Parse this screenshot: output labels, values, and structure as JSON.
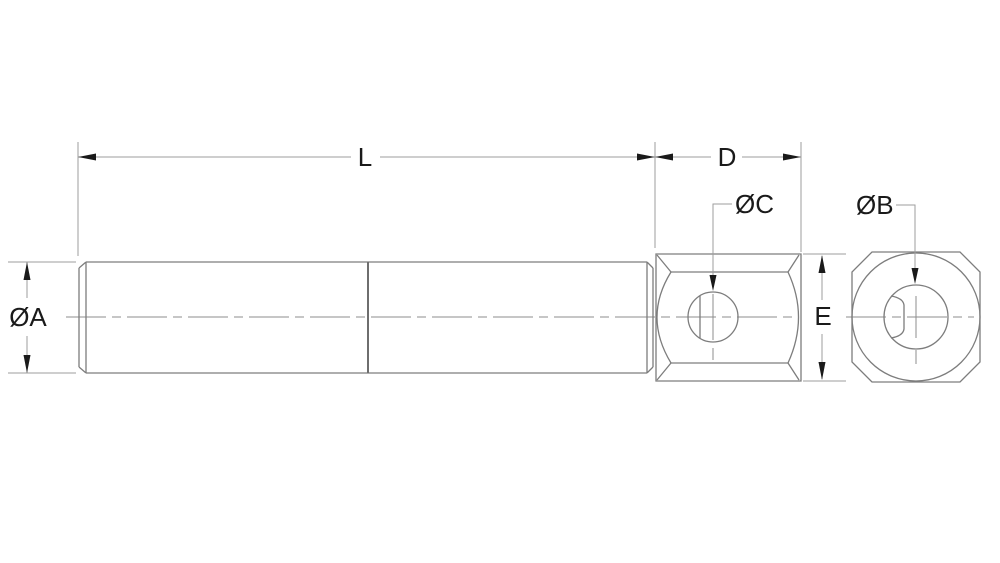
{
  "drawing": {
    "type": "technical-dimension-drawing",
    "background": "#ffffff",
    "colors": {
      "object_line": "#7d7d7d",
      "dimension_line": "#9e9e9e",
      "centerline": "#8c8c8c",
      "text_and_arrows": "#1a1a1a"
    },
    "labels": {
      "shaft_length": "L",
      "fitting_width": "D",
      "shaft_diameter": "ØA",
      "cross_hole_diameter": "ØC",
      "bore_diameter": "ØB",
      "fitting_outer_diameter": "E"
    }
  }
}
